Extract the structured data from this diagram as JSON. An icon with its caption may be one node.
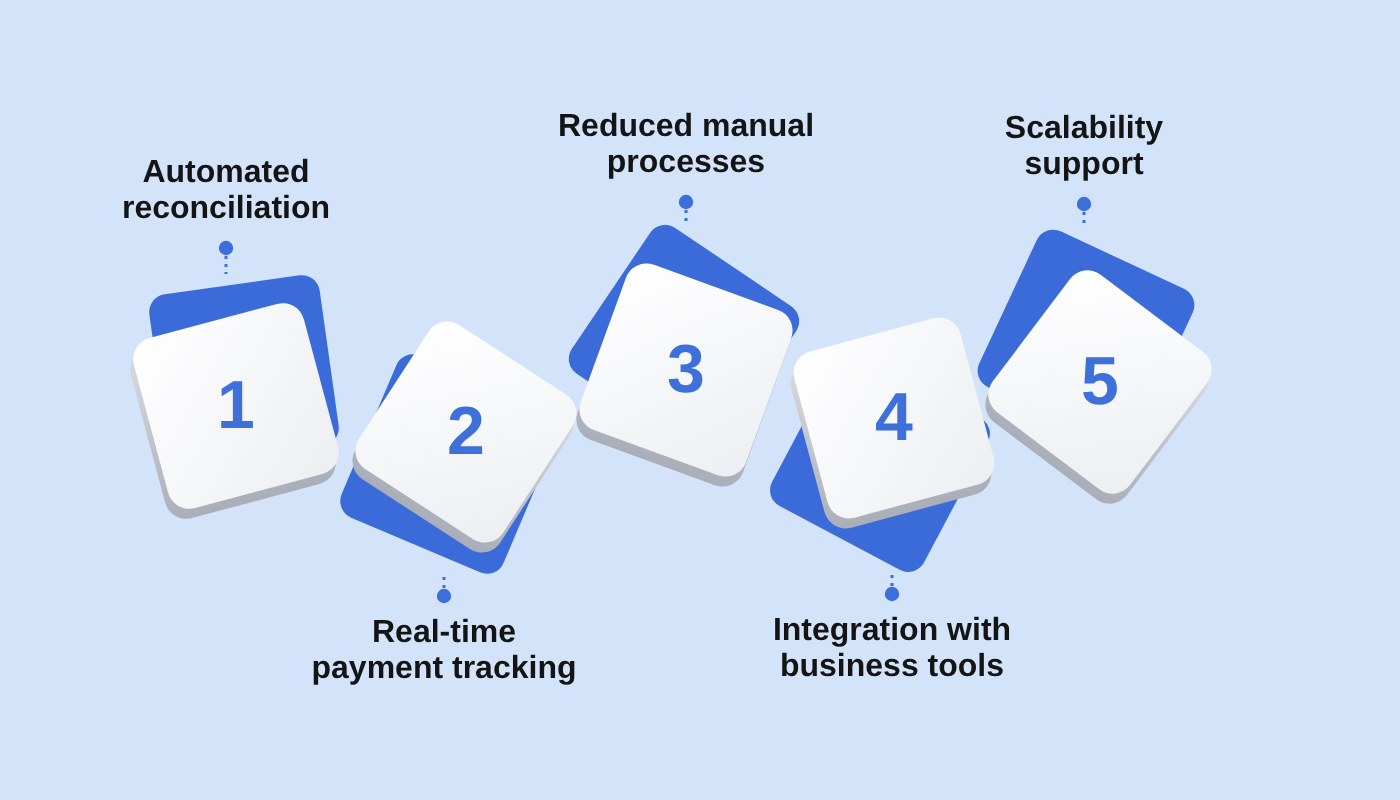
{
  "diagram": {
    "nodes": [
      {
        "text": [
          "Automated reconciliation"
        ]
      },
      {
        "text": [
          "1"
        ]
      },
      {
        "text": [
          "2"
        ]
      },
      {
        "text": [
          "Real-time payment tracking"
        ]
      },
      {
        "text": [
          "Reduced manual processes"
        ]
      },
      {
        "text": [
          "3"
        ]
      },
      {
        "text": [
          "4"
        ]
      },
      {
        "text": [
          "Integration with business tools"
        ]
      },
      {
        "text": [
          "Scalability support"
        ]
      },
      {
        "text": [
          "5"
        ]
      }
    ],
    "edges": [
      {
        "from": 0,
        "to": 1,
        "arrow": "other",
        "style": "dashed"
      },
      {
        "from": 3,
        "to": 2,
        "arrow": "other",
        "style": "dashed"
      },
      {
        "from": 4,
        "to": 5,
        "arrow": "other",
        "style": "dashed"
      },
      {
        "from": 7,
        "to": 6,
        "arrow": "other",
        "style": "dashed"
      },
      {
        "from": 8,
        "to": 9,
        "arrow": "other",
        "style": "dashed"
      }
    ]
  }
}
